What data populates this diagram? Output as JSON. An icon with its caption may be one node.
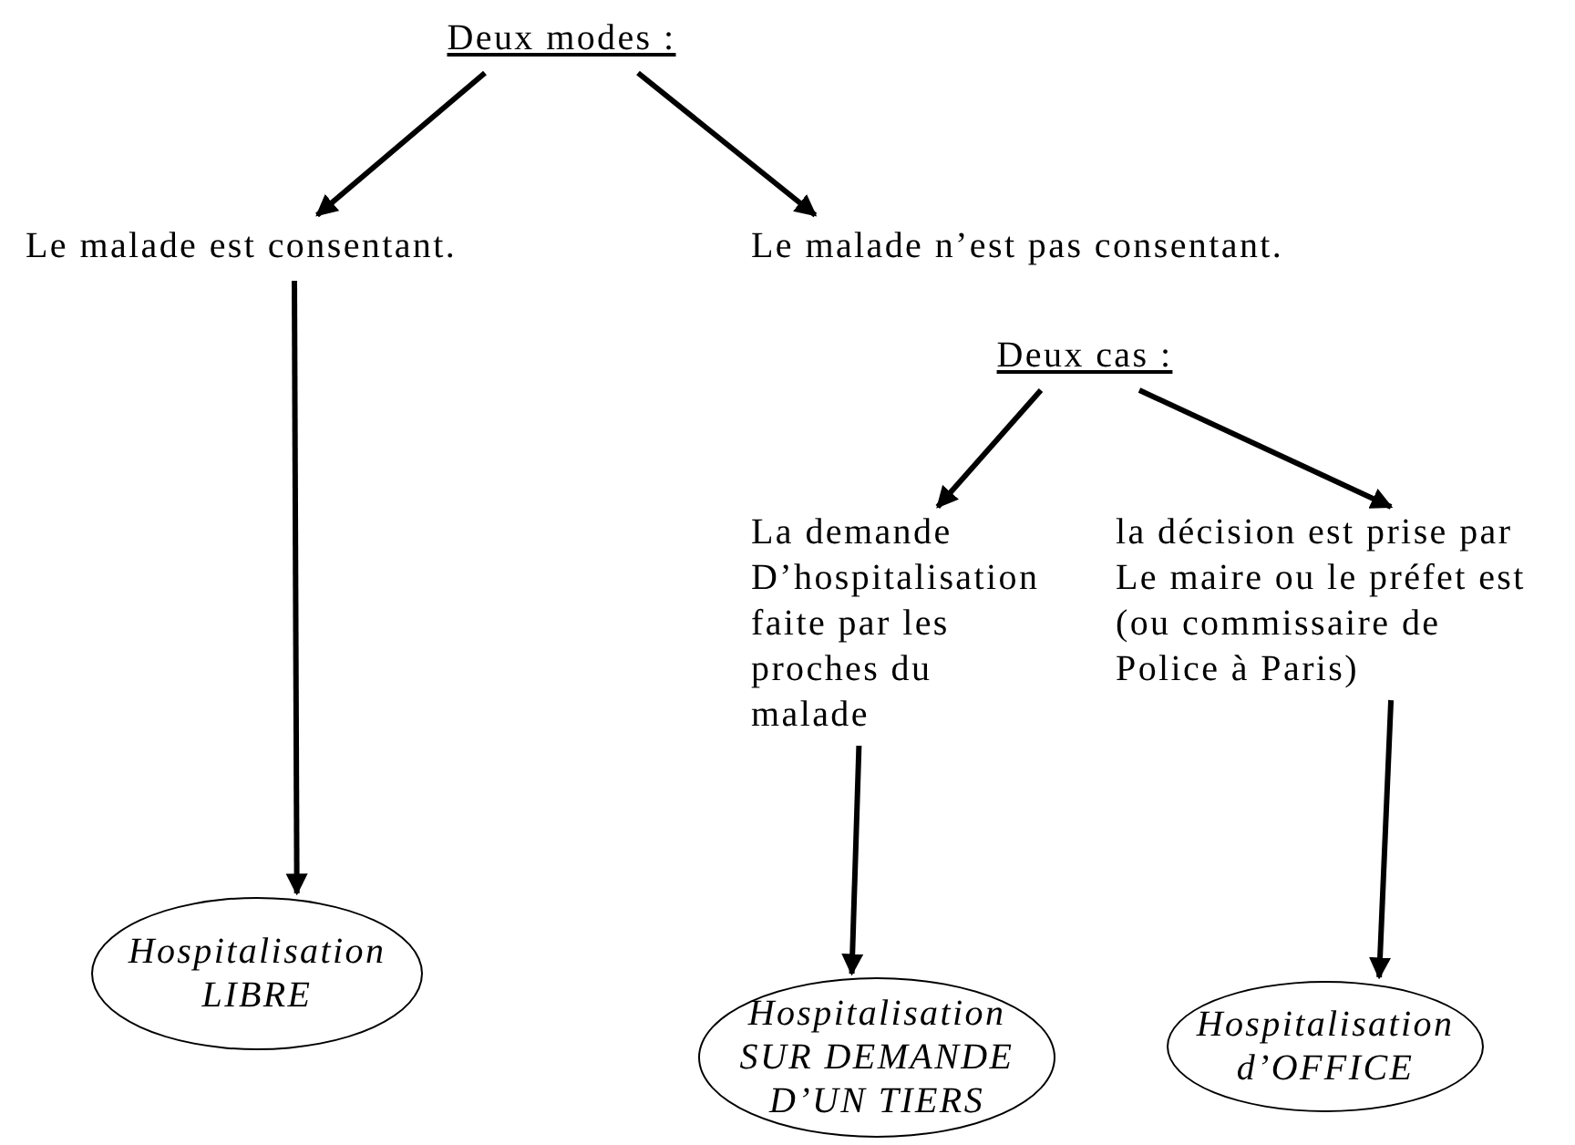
{
  "diagram": {
    "nodes": [
      {
        "text": [
          "Deux modes :"
        ]
      },
      {
        "text": [
          "Le malade est consentant."
        ]
      },
      {
        "text": [
          "Le malade n’est pas consentant."
        ]
      },
      {
        "text": [
          "Deux cas :"
        ]
      },
      {
        "text": [
          "La demande D’hospitalisation faite par les proches du malade"
        ]
      },
      {
        "text": [
          "la décision est prise par Le maire ou le préfet est (ou commissaire de Police à Paris)"
        ]
      },
      {
        "text": [
          "Hospitalisation LIBRE"
        ]
      },
      {
        "text": [
          "Hospitalisation SUR DEMANDE D’UN TIERS"
        ]
      },
      {
        "text": [
          "Hospitalisation d’OFFICE"
        ]
      }
    ],
    "edges": [
      {
        "from": 0,
        "to": 1,
        "arrow": "to"
      },
      {
        "from": 0,
        "to": 2,
        "arrow": "to"
      },
      {
        "from": 1,
        "to": 6,
        "arrow": "to"
      },
      {
        "from": 3,
        "to": 4,
        "arrow": "to"
      },
      {
        "from": 3,
        "to": 5,
        "arrow": "to"
      },
      {
        "from": 4,
        "to": 7,
        "arrow": "to"
      },
      {
        "from": 5,
        "to": 8,
        "arrow": "to"
      }
    ]
  }
}
